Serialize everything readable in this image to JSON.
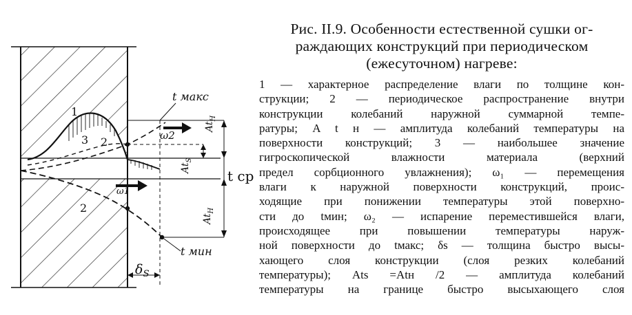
{
  "figure": {
    "labels": {
      "t_max": "t макс",
      "t_avg": "t ср",
      "t_min": "t мин",
      "omega2": "ω2",
      "omega1": "ω1",
      "curve1": "1",
      "curve2_upper": "2",
      "curve3": "3",
      "curve2_lower": "2",
      "amp_surface": "At",
      "amp_surface_sub": "Н",
      "amp_surface_lower": "At",
      "amp_surface_lower_sub": "Н",
      "amp_boundary": "At",
      "amp_boundary_sub": "S",
      "delta_s": "δ",
      "delta_s_sub": "S"
    }
  },
  "caption": {
    "title_lines": [
      "Рис. II.9. Особенности естественной сушки ог-",
      "раждающих конструкций при периодическом",
      "(ежесуточном) нагреве:"
    ],
    "legend_lines": [
      "1 — характерное распределение влаги по толщине кон-",
      "струкции; 2 — периодическое распространение внутри",
      "конструкции колебаний наружной суммарной темпе-",
      "ратуры; A t н — амплитуда колебаний температуры на",
      "поверхности конструкций; 3 — наибольшее значение",
      "гигроскопической влажности материала (верхний",
      "предел сорбционного увлажнения); ω₁ — перемещения",
      "влаги к наружной поверхности конструкций, проис-",
      "ходящие при понижении температуры этой поверхно-",
      "сти до tмин; ω₂ — испарение переместившейся влаги,",
      "происходящее при повышении температуры наруж-",
      "ной поверхности до tмакс; δs — толщина быстро высы-",
      "хающего слоя конструкции (слоя резких колебаний",
      "температуры); Ats =Atн /2 — амплитуда колебаний",
      "температуры на границе быстро высыхающего слоя"
    ]
  }
}
